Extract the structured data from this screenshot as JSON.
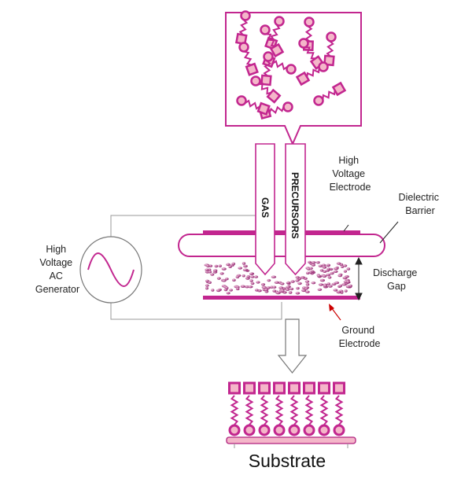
{
  "labels": {
    "hv_electrode": [
      "High",
      "Voltage",
      "Electrode"
    ],
    "dielectric": [
      "Dielectric",
      "Barrier"
    ],
    "generator": [
      "High",
      "Voltage",
      "AC",
      "Generator"
    ],
    "discharge_gap": [
      "Discharge",
      "Gap"
    ],
    "ground_electrode": [
      "Ground",
      "Electrode"
    ],
    "gas_tube": "GAS",
    "precursor_tube": "PRECURSORS",
    "substrate": "Substrate"
  },
  "colors": {
    "magenta": "#c2268f",
    "pink_fill": "#f4b6c9",
    "outline": "#b0207e",
    "wire": "#999999",
    "arrow_red": "#cc0000"
  },
  "icons": {
    "generator_symbol": "sine-wave-icon",
    "flow_arrow": "down-arrow-icon"
  }
}
